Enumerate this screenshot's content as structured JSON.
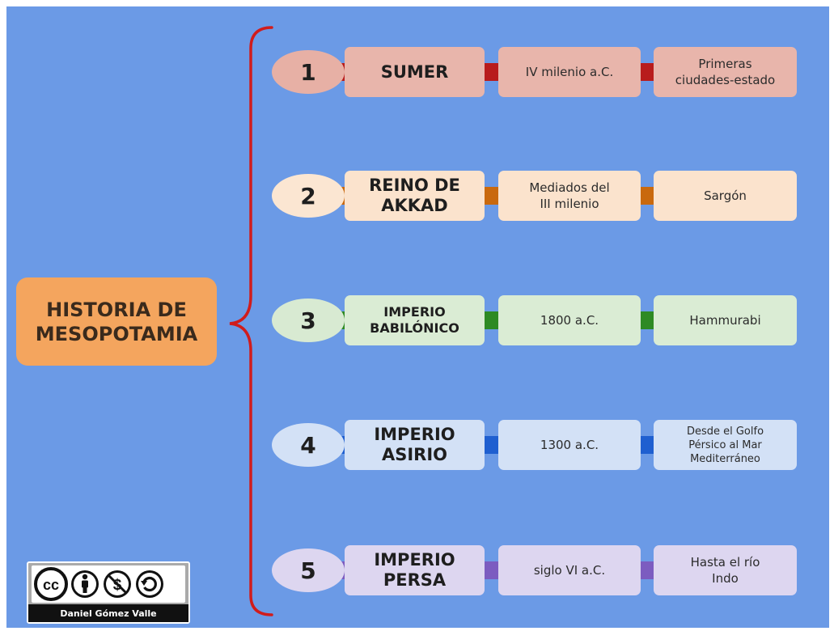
{
  "title": "HISTORIA DE\nMESOPOTAMIA",
  "rows": [
    {
      "number": "1",
      "name": "SUMER",
      "date": "IV milenio a.C.",
      "note": "Primeras\nciudades-estado",
      "colors": {
        "circle": "#e7b0a5",
        "box": "#e8b5ab",
        "connector": "#b81c1c"
      }
    },
    {
      "number": "2",
      "name": "REINO DE\nAKKAD",
      "date": "Mediados del\nIII milenio",
      "note": "Sargón",
      "colors": {
        "circle": "#fbe6d2",
        "box": "#fbe3cd",
        "connector": "#c9690e"
      }
    },
    {
      "number": "3",
      "name": "IMPERIO\nBABILÓNICO",
      "date": "1800 a.C.",
      "note": "Hammurabi",
      "colors": {
        "circle": "#d8ead2",
        "box": "#daecd4",
        "connector": "#2e8a24"
      }
    },
    {
      "number": "4",
      "name": "IMPERIO\nASIRIO",
      "date": "1300 a.C.",
      "note": "Desde el Golfo\nPérsico al Mar\nMediterráneo",
      "colors": {
        "circle": "#d3e1f6",
        "box": "#d3e1f6",
        "connector": "#1f5fd0"
      }
    },
    {
      "number": "5",
      "name": "IMPERIO\nPERSA",
      "date": "siglo VI a.C.",
      "note": "Hasta el río\nIndo",
      "colors": {
        "circle": "#ddd6f0",
        "box": "#ddd6f0",
        "connector": "#7c5cc0"
      }
    }
  ],
  "license": {
    "icons": [
      "cc-icon",
      "by-icon",
      "nc-icon",
      "sa-icon"
    ],
    "author": "Daniel Gómez Valle"
  },
  "colors": {
    "background": "#6b9ae6",
    "title_box": "#f4a55e",
    "brace": "#d01c1c"
  }
}
